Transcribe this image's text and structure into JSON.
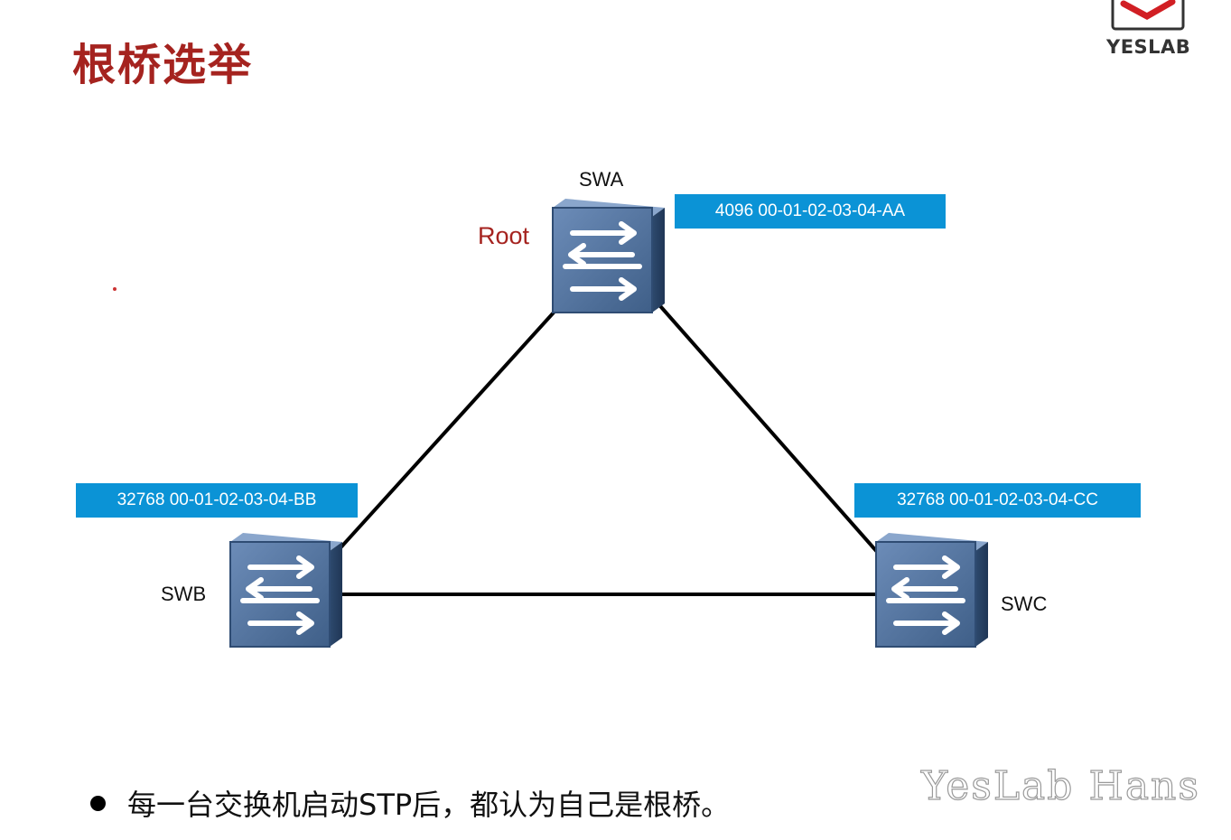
{
  "header": {
    "title": "根桥选举",
    "logo_text": "YESLAB"
  },
  "diagram": {
    "nodes": [
      {
        "id": "swa",
        "label": "SWA",
        "bridge_id": "4096 00-01-02-03-04-AA",
        "role": "Root"
      },
      {
        "id": "swb",
        "label": "SWB",
        "bridge_id": "32768 00-01-02-03-04-BB"
      },
      {
        "id": "swc",
        "label": "SWC",
        "bridge_id": "32768 00-01-02-03-04-CC"
      }
    ],
    "links": [
      {
        "from": "swa",
        "to": "swb"
      },
      {
        "from": "swa",
        "to": "swc"
      },
      {
        "from": "swb",
        "to": "swc"
      }
    ]
  },
  "bullets": [
    "每一台交换机启动STP后，都认为自己是根桥。"
  ],
  "watermark": "YesLab Hans",
  "colors": {
    "title": "#a5231f",
    "root": "#a5231f",
    "bridge_id_box": "#0b93d6",
    "switch_face": "#4a6a93",
    "link": "#000000"
  }
}
